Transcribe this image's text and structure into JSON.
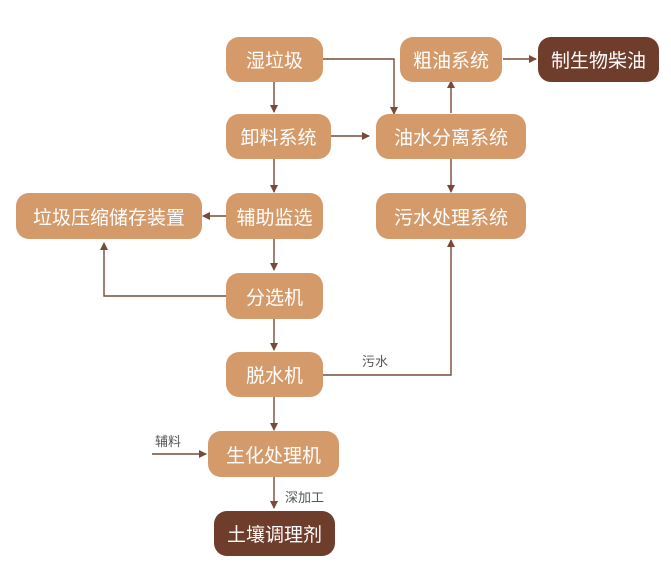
{
  "nodes": {
    "wet_waste": "湿垃圾",
    "unloading": "卸料系统",
    "aux_sort": "辅助监选",
    "storage": "垃圾压缩储存装置",
    "sorter": "分选机",
    "dewater": "脱水机",
    "bio_proc": "生化处理机",
    "soil": "土壤调理剂",
    "crude_oil": "粗油系统",
    "biodiesel": "制生物柴油",
    "oil_water": "油水分离系统",
    "sewage_sys": "污水处理系统"
  },
  "edge_labels": {
    "sewage": "污水",
    "auxiliary": "辅料",
    "deep_proc": "深加工"
  },
  "colors": {
    "node_light": "#d49a6a",
    "node_dark": "#6e3d2b",
    "arrow": "#7a4a38"
  }
}
